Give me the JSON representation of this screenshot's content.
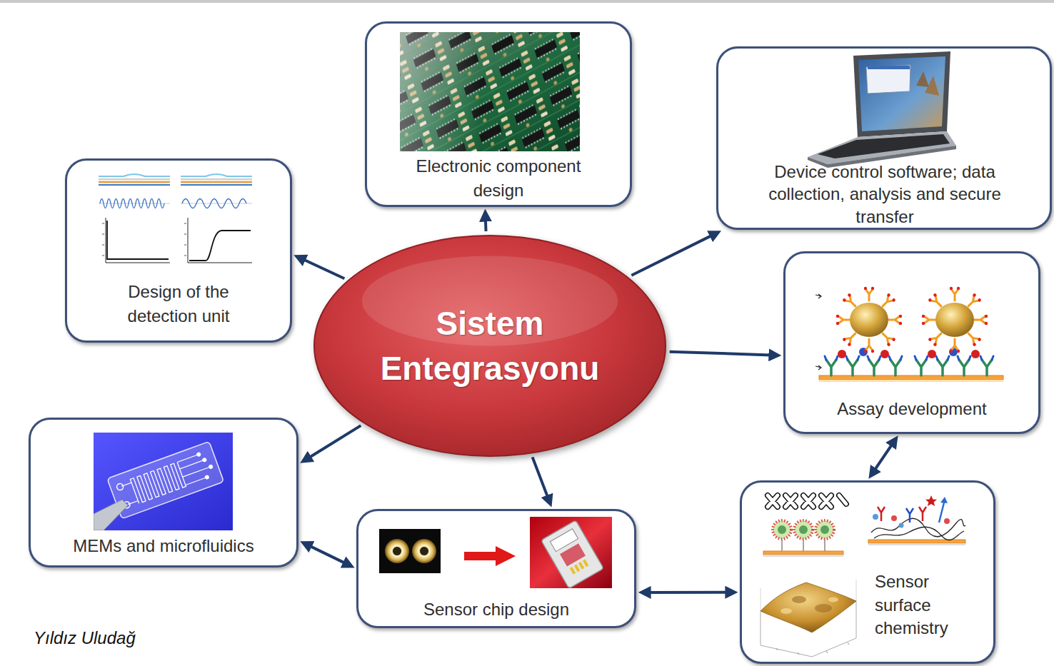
{
  "diagram": {
    "nodes": [
      {
        "text": [
          "Electronic component design"
        ]
      },
      {
        "text": [
          "Device control software; data collection, analysis and secure transfer"
        ]
      },
      {
        "text": [
          "Design of the detection unit"
        ]
      },
      {
        "text": [
          "Sistem Entegrasyonu"
        ]
      },
      {
        "text": [
          "Assay development"
        ]
      },
      {
        "text": [
          "MEMs and microfluidics"
        ]
      },
      {
        "text": [
          "Sensor chip design"
        ]
      },
      {
        "text": [
          "Sensor surface chemistry"
        ]
      }
    ],
    "edges": [
      {
        "from": 3,
        "to": 0,
        "arrow": "to"
      },
      {
        "from": 3,
        "to": 1,
        "arrow": "to"
      },
      {
        "from": 3,
        "to": 2,
        "arrow": "to"
      },
      {
        "from": 3,
        "to": 4,
        "arrow": "to"
      },
      {
        "from": 3,
        "to": 5,
        "arrow": "to"
      },
      {
        "from": 3,
        "to": 6,
        "arrow": "to"
      },
      {
        "from": 4,
        "to": 7,
        "arrow": "both"
      },
      {
        "from": 5,
        "to": 6,
        "arrow": "both"
      },
      {
        "from": 6,
        "to": 7,
        "arrow": "both"
      }
    ],
    "labels": [
      "Yıldız Uludağ"
    ]
  }
}
